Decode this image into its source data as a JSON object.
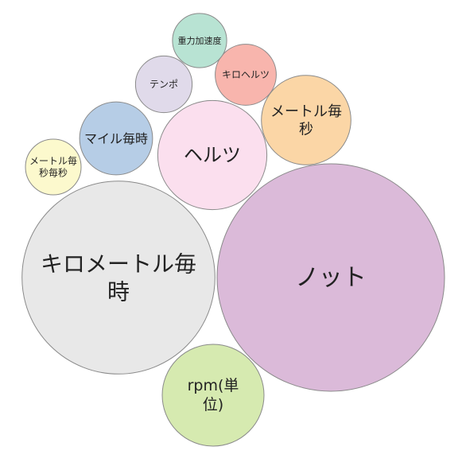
{
  "chart_data": {
    "type": "bubble",
    "series": [
      {
        "label": "ノット",
        "value": 100,
        "color": "#dbbad9"
      },
      {
        "label": "キロメートル毎時",
        "value": 72,
        "color": "#e8e8e8"
      },
      {
        "label": "ヘルツ",
        "value": 23,
        "color": "#fbdfee"
      },
      {
        "label": "rpm(単位)",
        "value": 20,
        "color": "#d6eab0"
      },
      {
        "label": "メートル毎秒",
        "value": 15.5,
        "color": "#fbd6a6"
      },
      {
        "label": "マイル毎時",
        "value": 10.3,
        "color": "#b6cde6"
      },
      {
        "label": "キロヘルツ",
        "value": 7.2,
        "color": "#f8b5ad"
      },
      {
        "label": "テンポ",
        "value": 6.2,
        "color": "#e0daea"
      },
      {
        "label": "メートル毎秒毎秒",
        "value": 6.0,
        "color": "#fcf9cd"
      },
      {
        "label": "重力加速度",
        "value": 5.7,
        "color": "#b8e3d3"
      }
    ]
  }
}
